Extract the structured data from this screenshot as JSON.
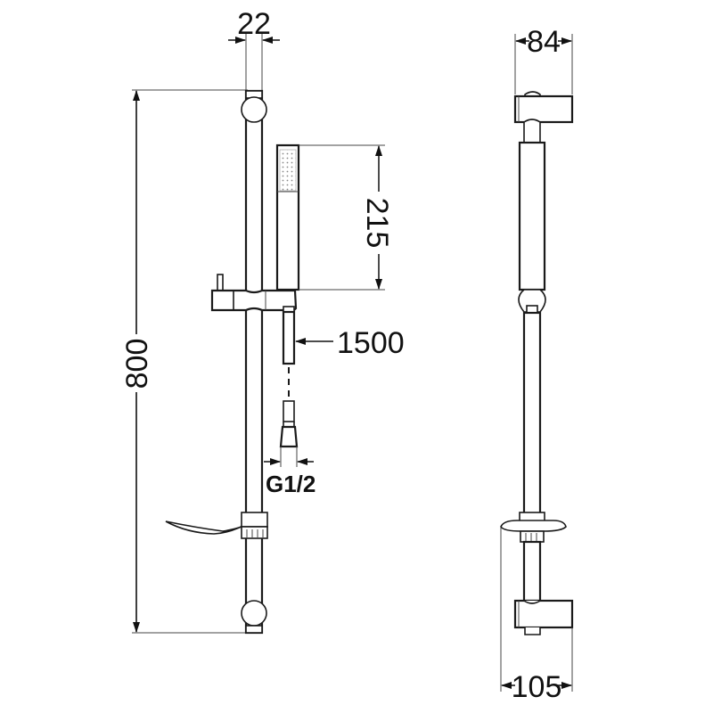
{
  "drawing": {
    "title": "Shower slide rail set - dimensional drawing",
    "views": [
      "front-view",
      "side-view"
    ],
    "line_color": "#1a1a1a",
    "background": "#ffffff"
  },
  "dimensions": {
    "rail_diameter": "22",
    "rail_height": "800",
    "hand_shower_length": "215",
    "hose_length": "1500",
    "hose_connection": "G1/2",
    "bracket_depth": "84",
    "overall_depth": "105"
  },
  "components": [
    {
      "name": "wall-bracket-top"
    },
    {
      "name": "slide-rail"
    },
    {
      "name": "hand-shower"
    },
    {
      "name": "sliding-holder"
    },
    {
      "name": "shower-hose"
    },
    {
      "name": "hose-nut"
    },
    {
      "name": "soap-dish"
    },
    {
      "name": "wall-bracket-bottom"
    }
  ]
}
